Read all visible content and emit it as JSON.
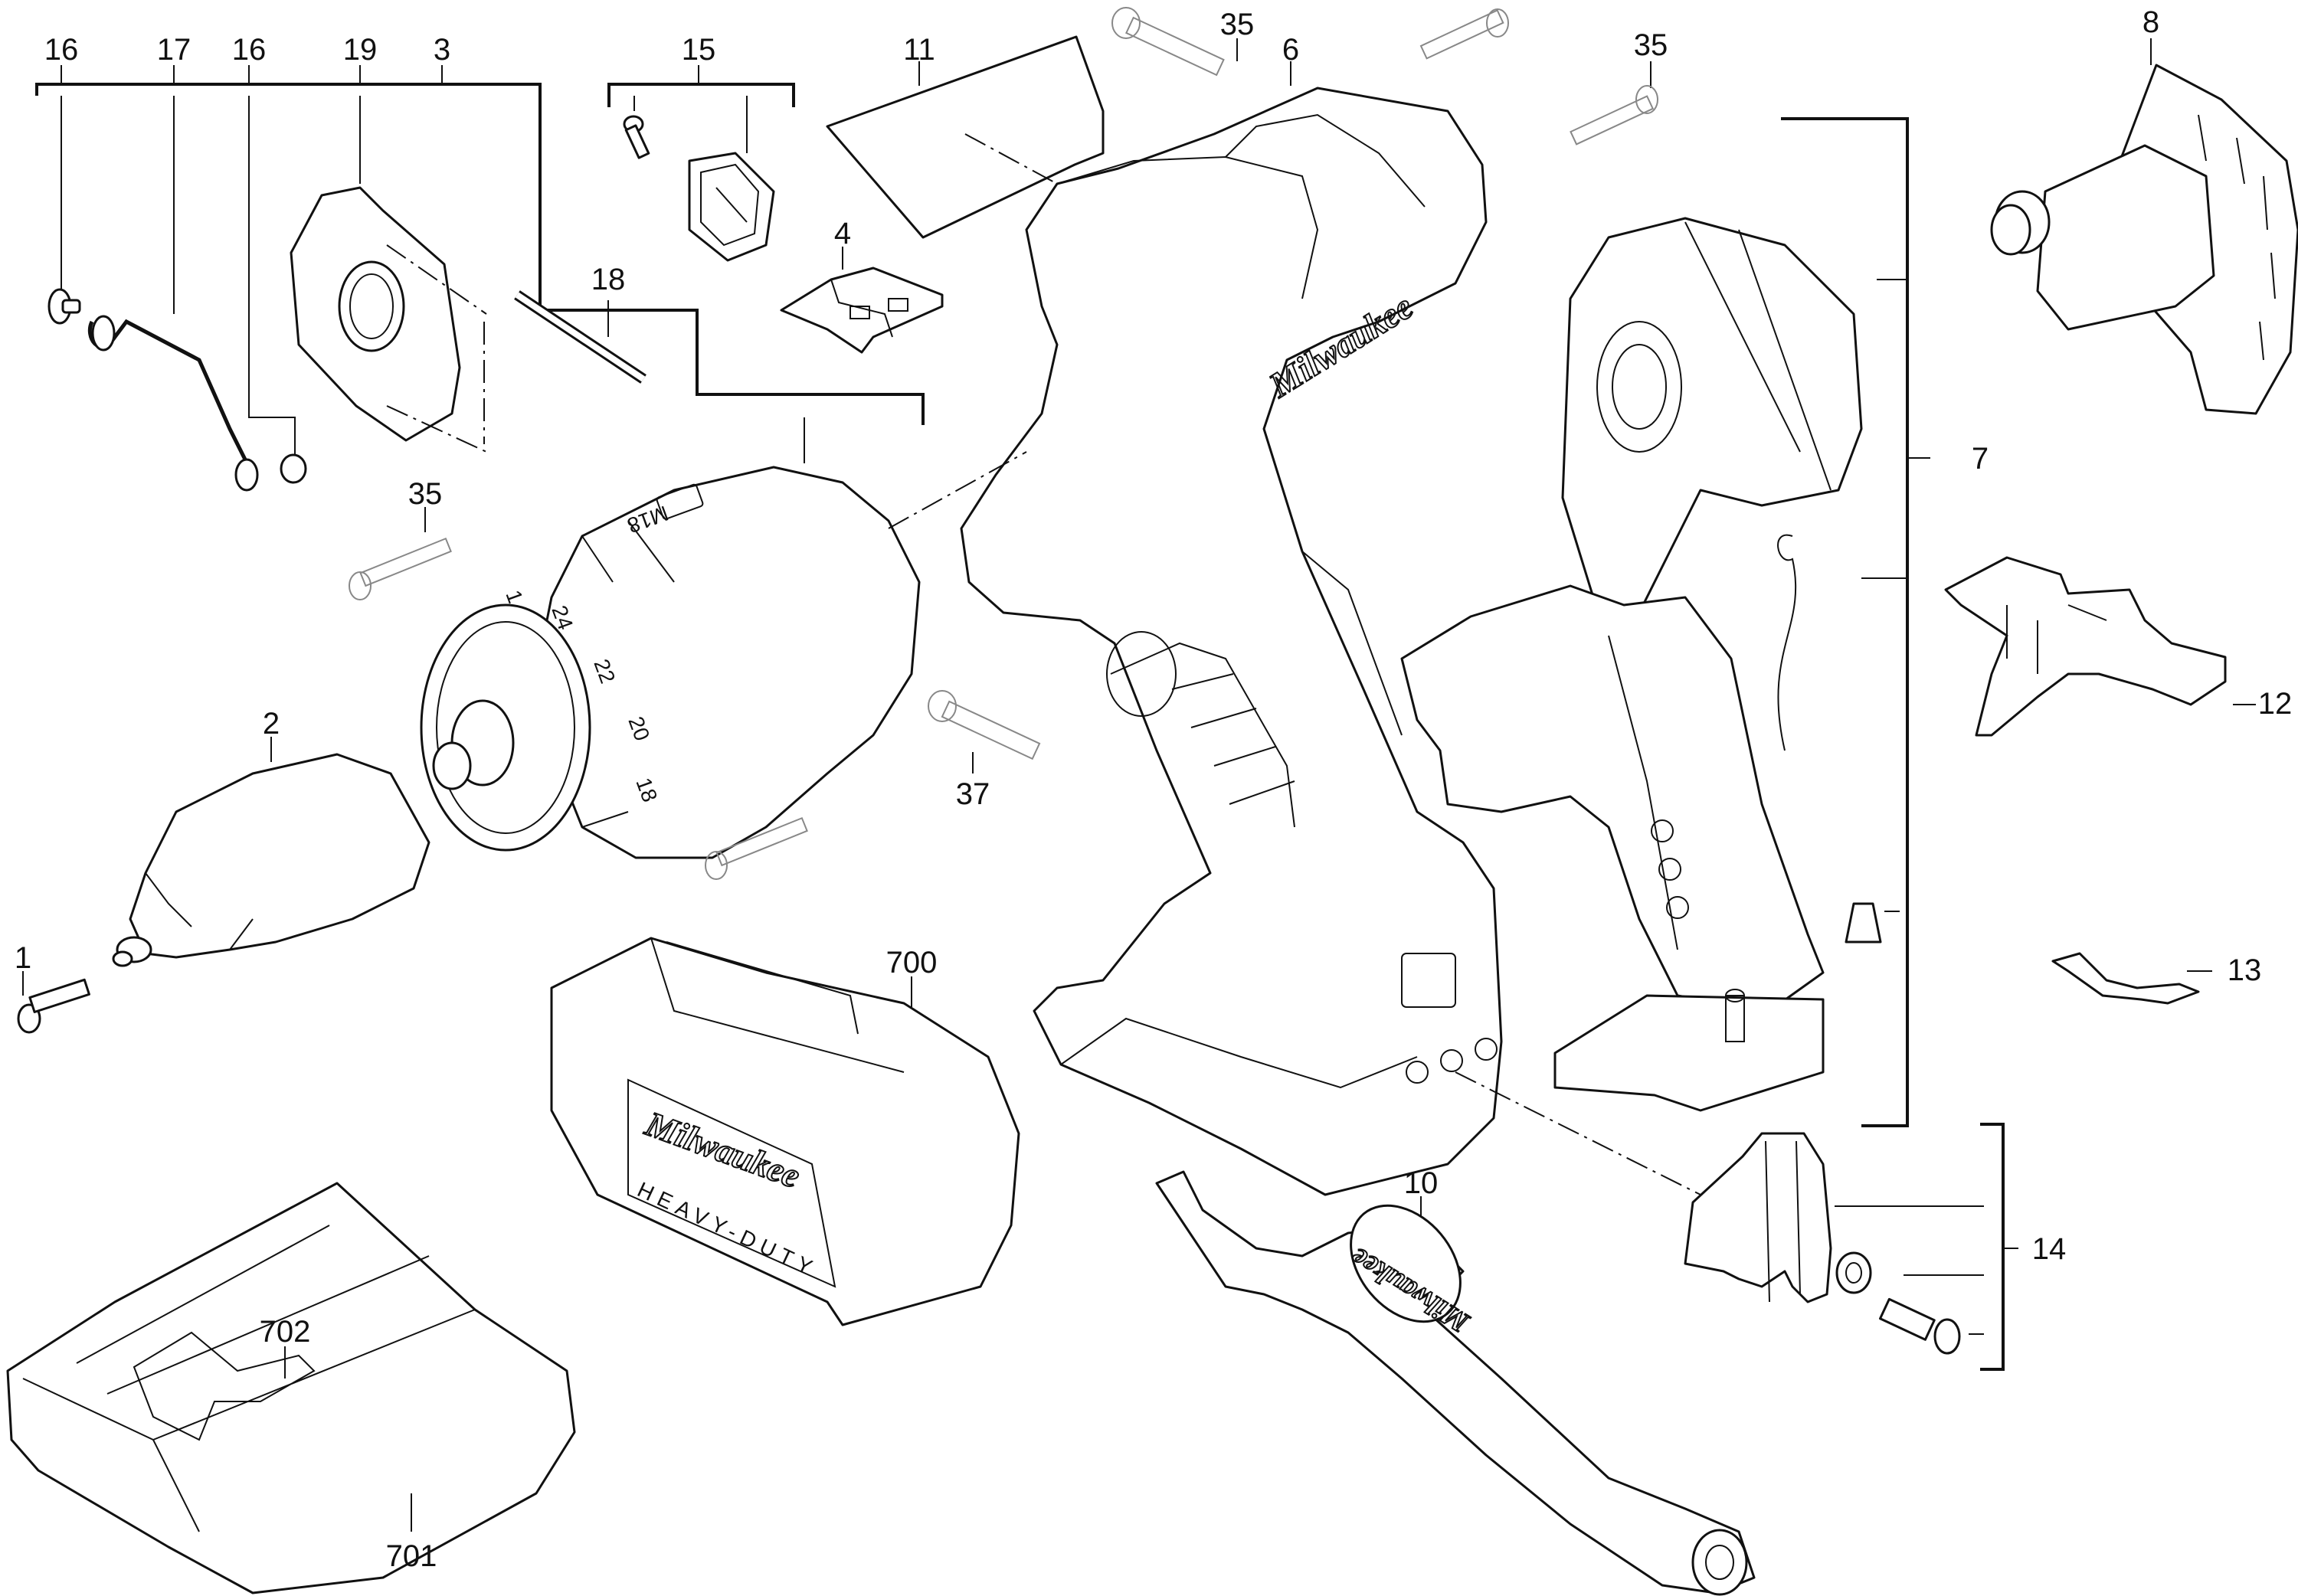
{
  "diagram": {
    "title": "Exploded parts diagram - cordless drill/driver",
    "brand_text": "Milwaukee",
    "case_tagline": "HEAVY-DUTY",
    "gearbox_badge": "M18",
    "clutch_settings": [
      "1",
      "24",
      "22",
      "20",
      "18"
    ],
    "callouts": [
      {
        "id": "c16a",
        "label": "16",
        "part": "washer"
      },
      {
        "id": "c17",
        "label": "17",
        "part": "wire spring clip"
      },
      {
        "id": "c16b",
        "label": "16",
        "part": "washer"
      },
      {
        "id": "c19",
        "label": "19",
        "part": "gearbox end plate"
      },
      {
        "id": "c3",
        "label": "3",
        "part": "gearbox assembly"
      },
      {
        "id": "c15",
        "label": "15",
        "part": "LED / switch kit with screw"
      },
      {
        "id": "c11",
        "label": "11",
        "part": "nameplate"
      },
      {
        "id": "c35a",
        "label": "35",
        "part": "screw"
      },
      {
        "id": "c6",
        "label": "6",
        "part": "housing set"
      },
      {
        "id": "c35b",
        "label": "35",
        "part": "screw"
      },
      {
        "id": "c8",
        "label": "8",
        "part": "rotor / armature"
      },
      {
        "id": "c18",
        "label": "18",
        "part": "pin"
      },
      {
        "id": "c4",
        "label": "4",
        "part": "speed selector"
      },
      {
        "id": "c35c",
        "label": "35",
        "part": "screw"
      },
      {
        "id": "c7",
        "label": "7",
        "part": "stator / electronics assembly"
      },
      {
        "id": "c2",
        "label": "2",
        "part": "chuck"
      },
      {
        "id": "c12",
        "label": "12",
        "part": "forward/reverse slider"
      },
      {
        "id": "c37",
        "label": "37",
        "part": "screw"
      },
      {
        "id": "c1",
        "label": "1",
        "part": "chuck screw"
      },
      {
        "id": "c700",
        "label": "700",
        "part": "carrying case"
      },
      {
        "id": "c13",
        "label": "13",
        "part": "spring"
      },
      {
        "id": "c10",
        "label": "10",
        "part": "side handle"
      },
      {
        "id": "c14",
        "label": "14",
        "part": "belt clip kit"
      },
      {
        "id": "c702",
        "label": "702",
        "part": "case insert"
      },
      {
        "id": "c701",
        "label": "701",
        "part": "case"
      }
    ]
  }
}
